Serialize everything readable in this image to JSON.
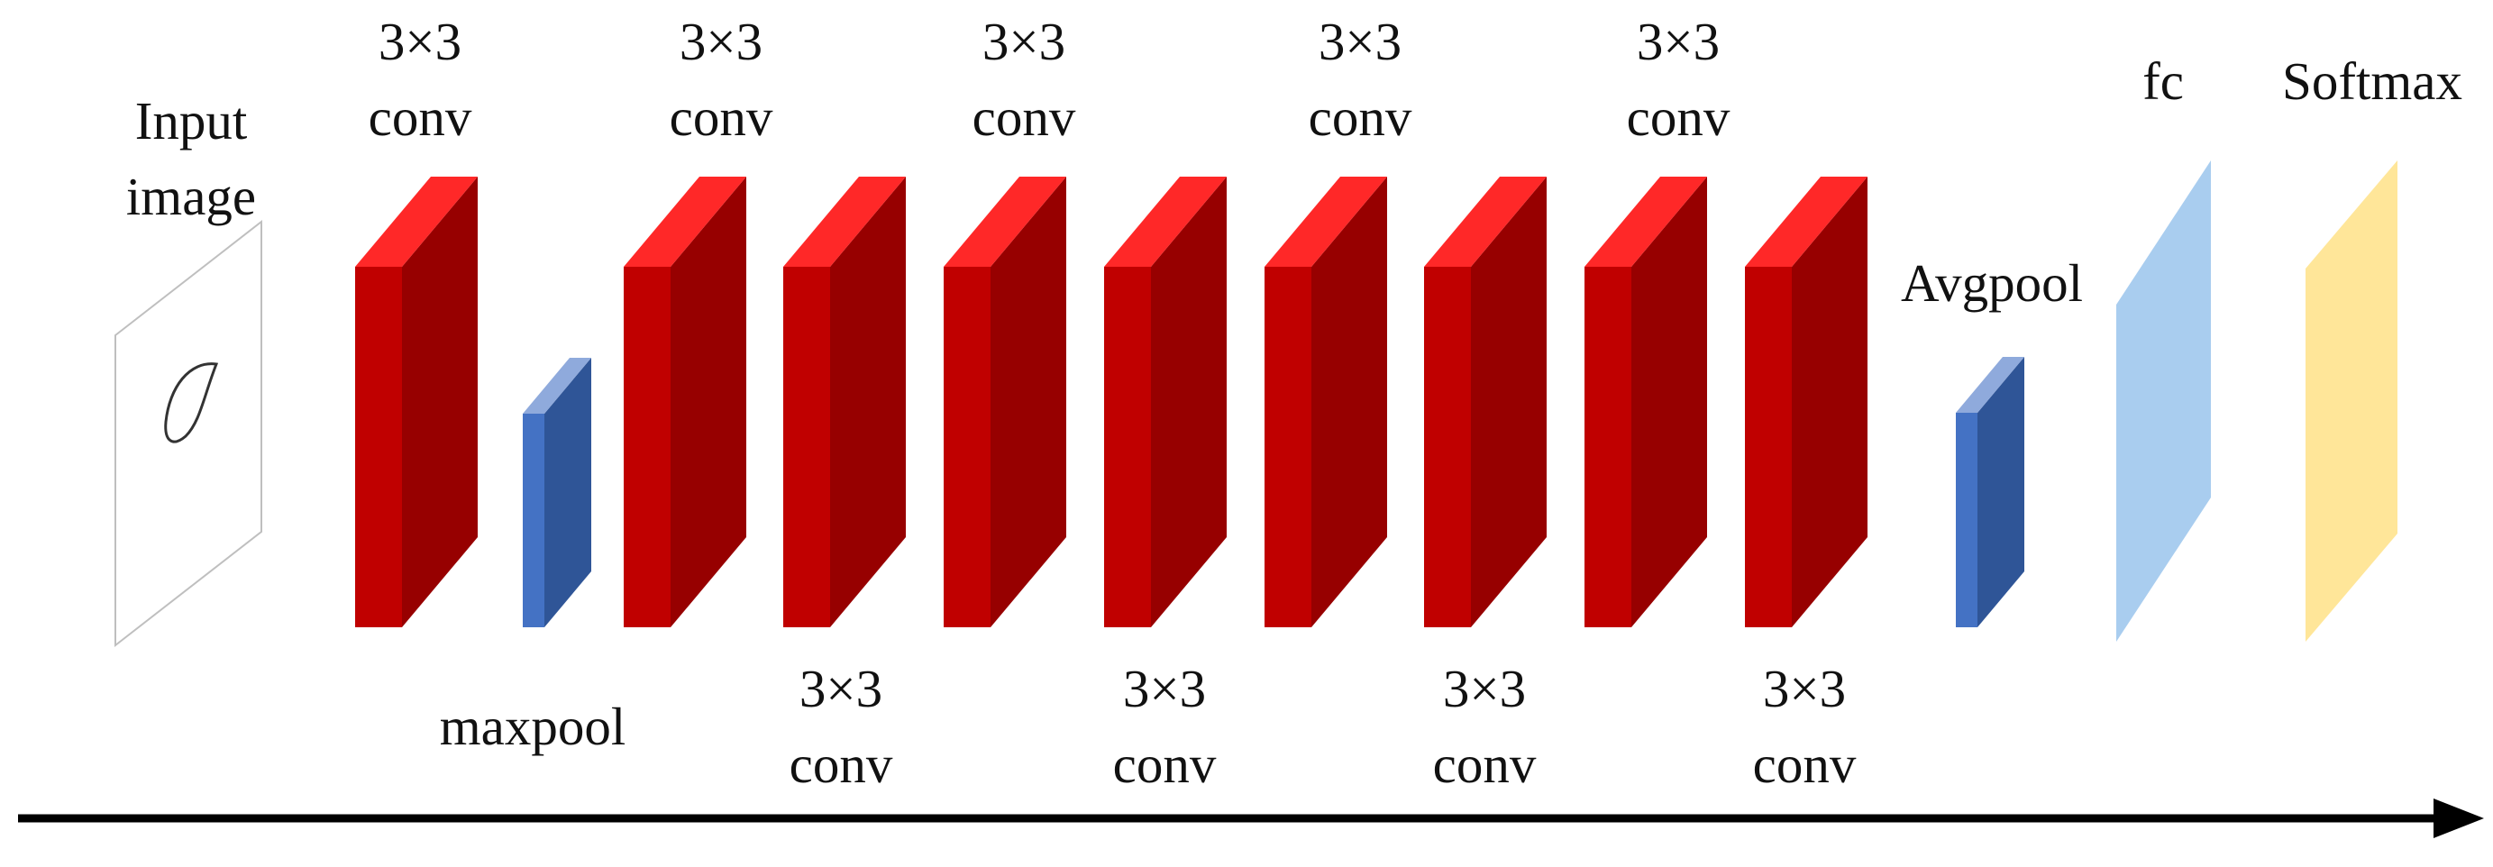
{
  "labels": {
    "input_image": [
      "Input",
      "image"
    ],
    "conv_top_1": [
      "3×3",
      "conv"
    ],
    "conv_top_2": [
      "3×3",
      "conv"
    ],
    "conv_top_3": [
      "3×3",
      "conv"
    ],
    "conv_top_4": [
      "3×3",
      "conv"
    ],
    "conv_top_5": [
      "3×3",
      "conv"
    ],
    "conv_bottom_1": [
      "3×3",
      "conv"
    ],
    "conv_bottom_2": [
      "3×3",
      "conv"
    ],
    "conv_bottom_3": [
      "3×3",
      "conv"
    ],
    "conv_bottom_4": [
      "3×3",
      "conv"
    ],
    "maxpool": "maxpool",
    "avgpool": "Avgpool",
    "fc": "fc",
    "softmax": "Softmax"
  },
  "colors": {
    "conv_front": "#C00000",
    "conv_side": "#970000",
    "conv_top": "#FF2828",
    "pool_front": "#4472C4",
    "pool_side": "#2F5597",
    "pool_top": "#8FAADC",
    "fc": "#A9CDEF",
    "softmax": "#FFE699",
    "frame": "#BFBFBF",
    "arrow": "#000000"
  }
}
